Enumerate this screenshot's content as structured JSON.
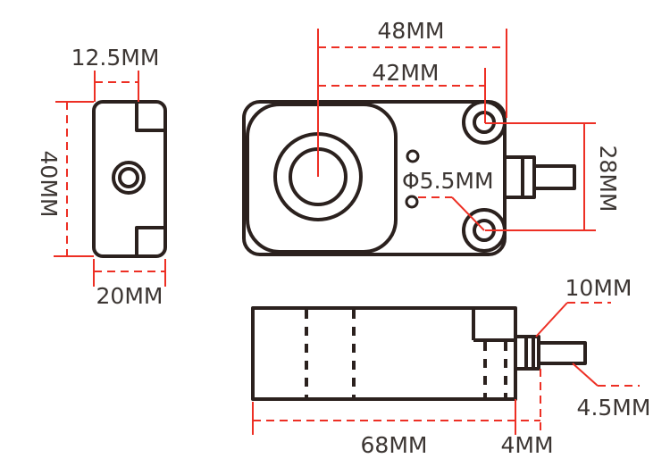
{
  "colors": {
    "outline": "#2b211e",
    "dimension": "#ed2f24",
    "label": "#3c3633",
    "background": "#ffffff"
  },
  "views": {
    "side": {
      "dims": {
        "top_width": "12.5MM",
        "height": "40MM",
        "bottom_width": "20MM"
      }
    },
    "front": {
      "dims": {
        "center_to_edge": "48MM",
        "center_to_hole": "42MM",
        "hole_diameter": "Φ5.5MM",
        "hole_spacing_height": "28MM"
      }
    },
    "bottom": {
      "dims": {
        "length": "68MM",
        "connector_neck": "4MM",
        "connector_ring": "10MM",
        "cable_diameter": "4.5MM"
      }
    }
  }
}
